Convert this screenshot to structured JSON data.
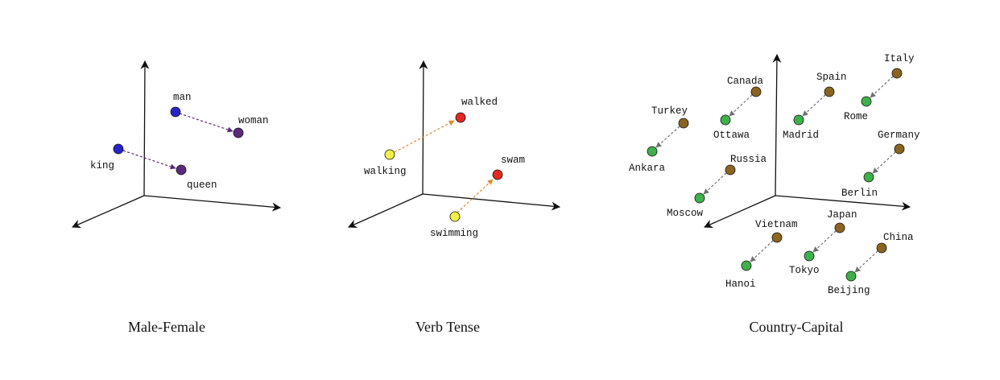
{
  "colors": {
    "axis": "#111111",
    "male": "#2a22cc",
    "female": "#5b2a7a",
    "present": "#f2f046",
    "past": "#e02a22",
    "country": "#8a6420",
    "capital": "#3fb04a",
    "arrow_gender": "#5b2a7a",
    "arrow_tense": "#e08a30",
    "arrow_capital": "#707070"
  },
  "panels": [
    {
      "title": "Male-Female",
      "pairs": [
        {
          "from": "man",
          "to": "woman"
        },
        {
          "from": "king",
          "to": "queen"
        }
      ]
    },
    {
      "title": "Verb Tense",
      "pairs": [
        {
          "from": "walking",
          "to": "walked"
        },
        {
          "from": "swimming",
          "to": "swam"
        }
      ]
    },
    {
      "title": "Country-Capital",
      "pairs": [
        {
          "from": "Turkey",
          "to": "Ankara"
        },
        {
          "from": "Canada",
          "to": "Ottawa"
        },
        {
          "from": "Spain",
          "to": "Madrid"
        },
        {
          "from": "Italy",
          "to": "Rome"
        },
        {
          "from": "Russia",
          "to": "Moscow"
        },
        {
          "from": "Germany",
          "to": "Berlin"
        },
        {
          "from": "Vietnam",
          "to": "Hanoi"
        },
        {
          "from": "Japan",
          "to": "Tokyo"
        },
        {
          "from": "China",
          "to": "Beijing"
        }
      ]
    }
  ]
}
